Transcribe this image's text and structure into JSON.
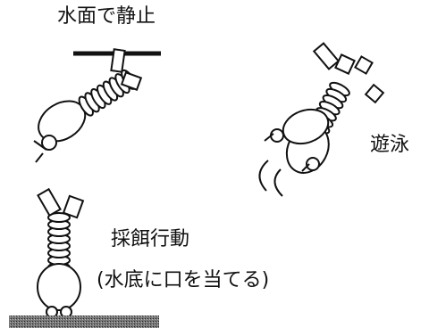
{
  "labels": {
    "surface": "水面で静止",
    "swimming": "遊泳",
    "feeding_title": "採餌行動",
    "feeding_note": "(水底に口を当てる)"
  },
  "colors": {
    "ink": "#111111",
    "ground": "#555555",
    "paper": "#ffffff"
  }
}
